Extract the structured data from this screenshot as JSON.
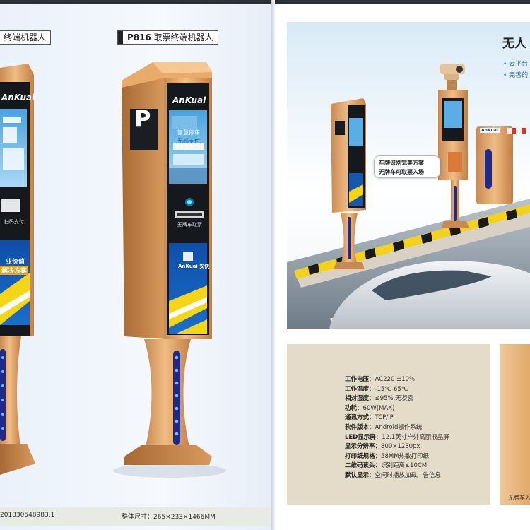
{
  "left_page": {
    "model_partial": "终端机器人",
    "model_main_code": "P816",
    "model_main_name": "取票终端机器人",
    "brand": "AnKuai",
    "brand_cn": "安快",
    "screen_left": {
      "payment_caption": "扫码支付",
      "slogan_line1": "业价值",
      "slogan_line2": "解决方案"
    },
    "screen_center": {
      "ad_line1": "智慧停车",
      "ad_line2": "无感支付",
      "ticket_caption": "无牌车取票"
    },
    "parking_sign": "P",
    "footer_left": "201830548983.1",
    "footer_right": "整体尺寸：265×233×1466MM"
  },
  "right_page": {
    "headline": "无人",
    "bullets": [
      "云平台",
      "完善的"
    ],
    "callout_line1": "车牌识别完美方案",
    "callout_line2": "无牌车可取票入场",
    "barrier_brand": "AnKuai",
    "specs": [
      {
        "key": "工作电压",
        "value": "AC220 ±10%"
      },
      {
        "key": "工作温度",
        "value": "-15℃-65℃"
      },
      {
        "key": "相对湿度",
        "value": "≤95%,无凝露"
      },
      {
        "key": "功耗",
        "value": "60W(MAX)"
      },
      {
        "key": "通讯方式",
        "value": "TCP/IP"
      },
      {
        "key": "软件版本",
        "value": "Android操作系统"
      },
      {
        "key": "LED显示屏",
        "value": "12.1英寸户外高丽液晶屏"
      },
      {
        "key": "显示分辨率",
        "value": "800×1280px"
      },
      {
        "key": "打印纸规格",
        "value": "58MM热敏打印纸"
      },
      {
        "key": "二维码读头",
        "value": "识别距离≤10CM"
      },
      {
        "key": "默认显示",
        "value": "空闲时播放加载广告信息"
      }
    ],
    "side_panel_caption": "无牌车入"
  }
}
